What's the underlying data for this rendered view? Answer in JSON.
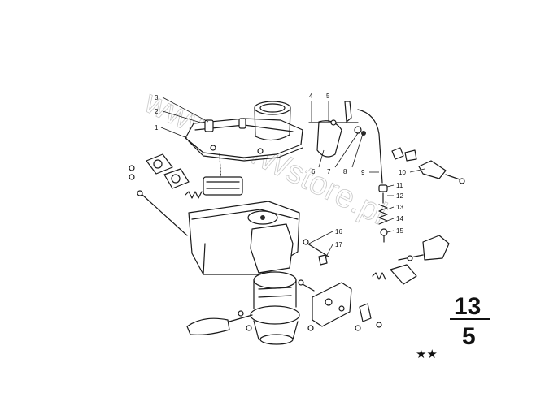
{
  "watermark": "www.BMWstore.pl",
  "group": {
    "main": "13",
    "sub": "5"
  },
  "stars": "★★",
  "callouts": [
    {
      "id": "1",
      "text": "1"
    },
    {
      "id": "2",
      "text": "2"
    },
    {
      "id": "3",
      "text": "3"
    },
    {
      "id": "4",
      "text": "4"
    },
    {
      "id": "5",
      "text": "5"
    },
    {
      "id": "6",
      "text": "6"
    },
    {
      "id": "7",
      "text": "7"
    },
    {
      "id": "8",
      "text": "8"
    },
    {
      "id": "9",
      "text": "9"
    },
    {
      "id": "10",
      "text": "10"
    },
    {
      "id": "11",
      "text": "11"
    },
    {
      "id": "12",
      "text": "12"
    },
    {
      "id": "13",
      "text": "13"
    },
    {
      "id": "14",
      "text": "14"
    },
    {
      "id": "15",
      "text": "15"
    },
    {
      "id": "16",
      "text": "16"
    },
    {
      "id": "17",
      "text": "17"
    }
  ]
}
